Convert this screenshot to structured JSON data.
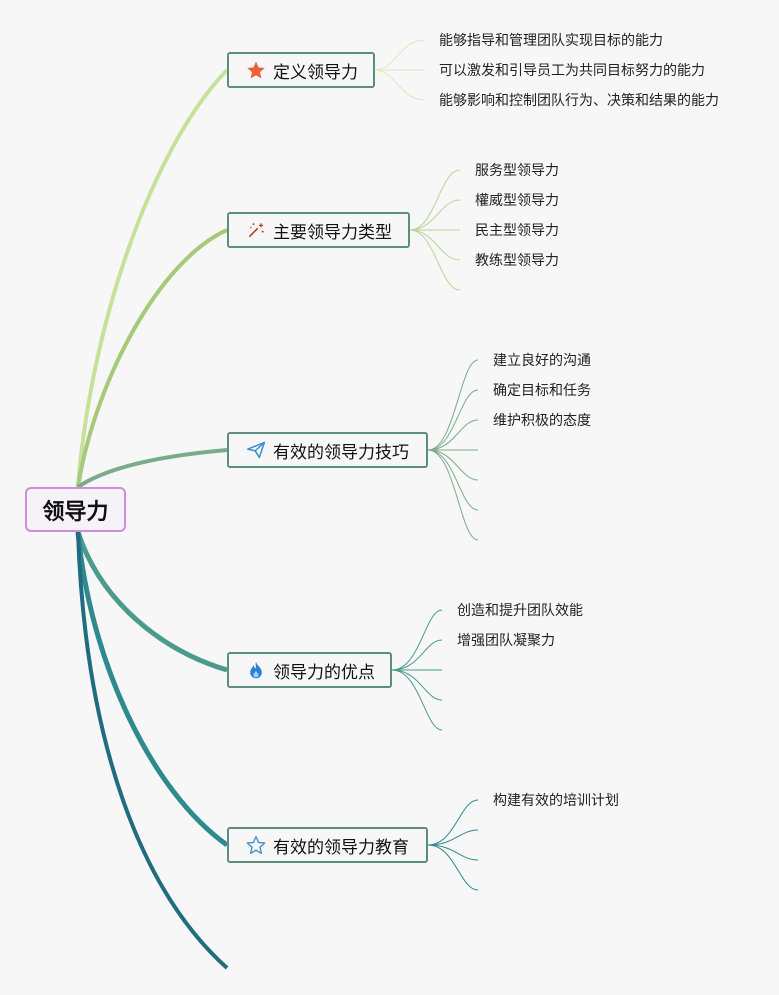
{
  "root": {
    "label": "领导力"
  },
  "topics": [
    {
      "label": "定义领导力",
      "icon": "star-filled-icon",
      "color": "#c6e29a",
      "children": [
        "能够指导和管理团队实现目标的能力",
        "可以激发和引导员工为共同目标努力的能力",
        "能够影响和控制团队行为、决策和结果的能力"
      ]
    },
    {
      "label": "主要领导力类型",
      "icon": "magic-wand-icon",
      "color": "#a6c97a",
      "children": [
        "服务型领导力",
        "權威型领导力",
        "民主型领导力",
        "教练型领导力"
      ]
    },
    {
      "label": "有效的领导力技巧",
      "icon": "paper-plane-icon",
      "color": "#7aab8a",
      "children": [
        "建立良好的沟通",
        "确定目标和任务",
        "维护积极的态度"
      ]
    },
    {
      "label": "领导力的优点",
      "icon": "flame-icon",
      "color": "#4a9a8d",
      "children": [
        "创造和提升团队效能",
        "增强团队凝聚力"
      ]
    },
    {
      "label": "有效的领导力教育",
      "icon": "star-outline-icon",
      "color": "#2f8a8e",
      "children": [
        "构建有效的培训计划"
      ]
    }
  ],
  "colors": {
    "root_border": "#d08ddc",
    "topic_border": "#5b8f7b",
    "tail_branch": "#1f6d7f"
  }
}
